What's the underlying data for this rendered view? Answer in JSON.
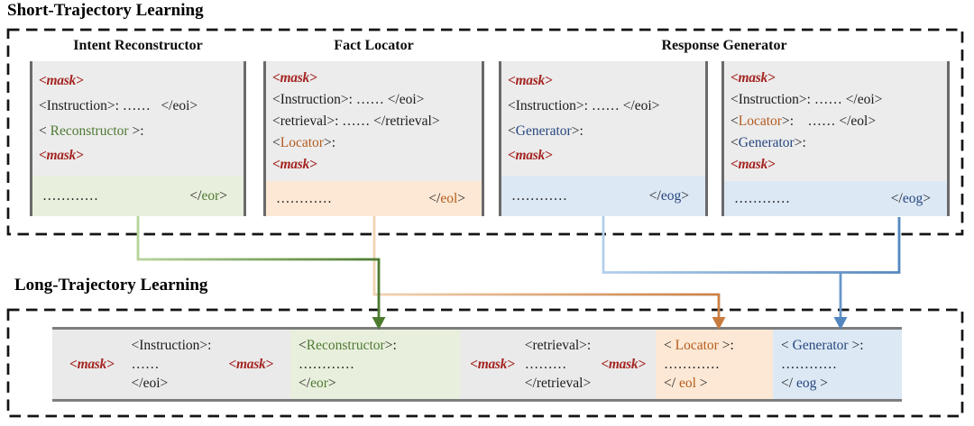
{
  "colors": {
    "mask_red": "#a42522",
    "reconstructor_green": "#4e7a33",
    "locator_orange": "#b35c1e",
    "generator_blue": "#27477f",
    "strip_green": "#e8efdc",
    "strip_orange": "#fce8d4",
    "strip_blue": "#dce8f4",
    "box_gray": "#ececec"
  },
  "short": {
    "title": "Short-Trajectory Learning",
    "headers": [
      "Intent Reconstructor",
      "Fact Locator",
      "Response Generator"
    ],
    "boxes": [
      {
        "rows": [
          [
            {
              "t": "<mask>"
            }
          ],
          [
            {
              "t": "<Instruction>: ……   </eoi>"
            }
          ],
          [
            {
              "t": "< "
            },
            {
              "t": "Reconstructor"
            },
            {
              "t": " >:"
            }
          ],
          [
            {
              "t": "<mask>"
            }
          ]
        ],
        "strip": {
          "dots": "…………",
          "close": [
            {
              "t": "</"
            },
            {
              "t": "eor"
            },
            {
              "t": ">"
            }
          ]
        }
      },
      {
        "rows": [
          [
            {
              "t": "<mask>"
            }
          ],
          [
            {
              "t": "<Instruction>: …… </eoi>"
            }
          ],
          [
            {
              "t": "<retrieval>: …… </retrieval>"
            }
          ],
          [
            {
              "t": "<"
            },
            {
              "t": "Locator"
            },
            {
              "t": ">:"
            }
          ],
          [
            {
              "t": "<mask>"
            }
          ]
        ],
        "strip": {
          "dots": "…………",
          "close": [
            {
              "t": "</"
            },
            {
              "t": "eol"
            },
            {
              "t": ">"
            }
          ]
        }
      },
      {
        "rows": [
          [
            {
              "t": "<mask>"
            }
          ],
          [
            {
              "t": "<Instruction>: …… </eoi>"
            }
          ],
          [
            {
              "t": "<"
            },
            {
              "t": "Generator"
            },
            {
              "t": ">:"
            }
          ],
          [
            {
              "t": "<mask>"
            }
          ]
        ],
        "strip": {
          "dots": "…………",
          "close": [
            {
              "t": "</"
            },
            {
              "t": "eog"
            },
            {
              "t": ">"
            }
          ]
        }
      },
      {
        "rows": [
          [
            {
              "t": "<mask>"
            }
          ],
          [
            {
              "t": "<Instruction>: …… </eoi>"
            }
          ],
          [
            {
              "t": "<"
            },
            {
              "t": "Locator"
            },
            {
              "t": ">:    …… </eol>"
            }
          ],
          [
            {
              "t": "<"
            },
            {
              "t": "Generator"
            },
            {
              "t": ">:"
            }
          ],
          [
            {
              "t": "<mask>"
            }
          ]
        ],
        "strip": {
          "dots": "…………",
          "close": [
            {
              "t": "</"
            },
            {
              "t": "eog"
            },
            {
              "t": ">"
            }
          ]
        }
      }
    ]
  },
  "long": {
    "title": "Long-Trajectory Learning",
    "segments": [
      {
        "mask_left": "<mask>",
        "lines": [
          "<Instruction>:",
          "……",
          "</eoi>"
        ],
        "mask_right": "<mask>"
      },
      {
        "open": [
          {
            "t": "<"
          },
          {
            "t": "Reconstructor"
          },
          {
            "t": ">:"
          }
        ],
        "dots": "…………",
        "close": [
          {
            "t": "</"
          },
          {
            "t": "eor"
          },
          {
            "t": ">"
          }
        ]
      },
      {
        "mask_left": "<mask>",
        "lines": [
          "<retrieval>:",
          "………",
          "</retrieval>"
        ],
        "mask_right": "<mask>"
      },
      {
        "open": [
          {
            "t": "< "
          },
          {
            "t": "Locator"
          },
          {
            "t": " >:"
          }
        ],
        "dots": "…………",
        "close": [
          {
            "t": "</ "
          },
          {
            "t": "eol"
          },
          {
            "t": " >"
          }
        ]
      },
      {
        "open": [
          {
            "t": "< "
          },
          {
            "t": "Generator"
          },
          {
            "t": " >:"
          }
        ],
        "dots": "…………",
        "close": [
          {
            "t": "</ "
          },
          {
            "t": "eog"
          },
          {
            "t": " >"
          }
        ]
      }
    ]
  }
}
